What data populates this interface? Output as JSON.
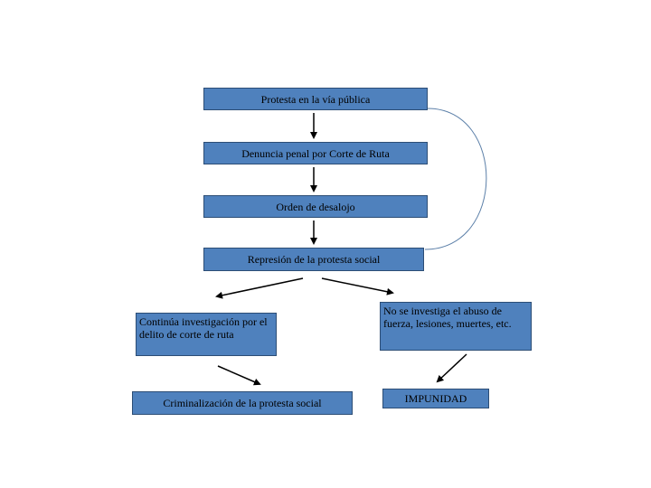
{
  "diagram": {
    "nodes": {
      "protesta": "Protesta en la vía pública",
      "denuncia": "Denuncia penal por Corte de Ruta",
      "orden": "Orden de desalojo",
      "represion": "Represión de la protesta social",
      "continua": "Continúa investigación por el delito de corte de ruta",
      "no_investiga": "No se investiga el abuso de fuerza, lesiones, muertes, etc.",
      "criminalizacion": "Criminalización de la protesta social",
      "impunidad": "IMPUNIDAD"
    },
    "colors": {
      "box_fill": "#4f81bd",
      "box_border": "#2c4d75",
      "arrow": "#000000",
      "curve": "#5b7fa8"
    }
  }
}
